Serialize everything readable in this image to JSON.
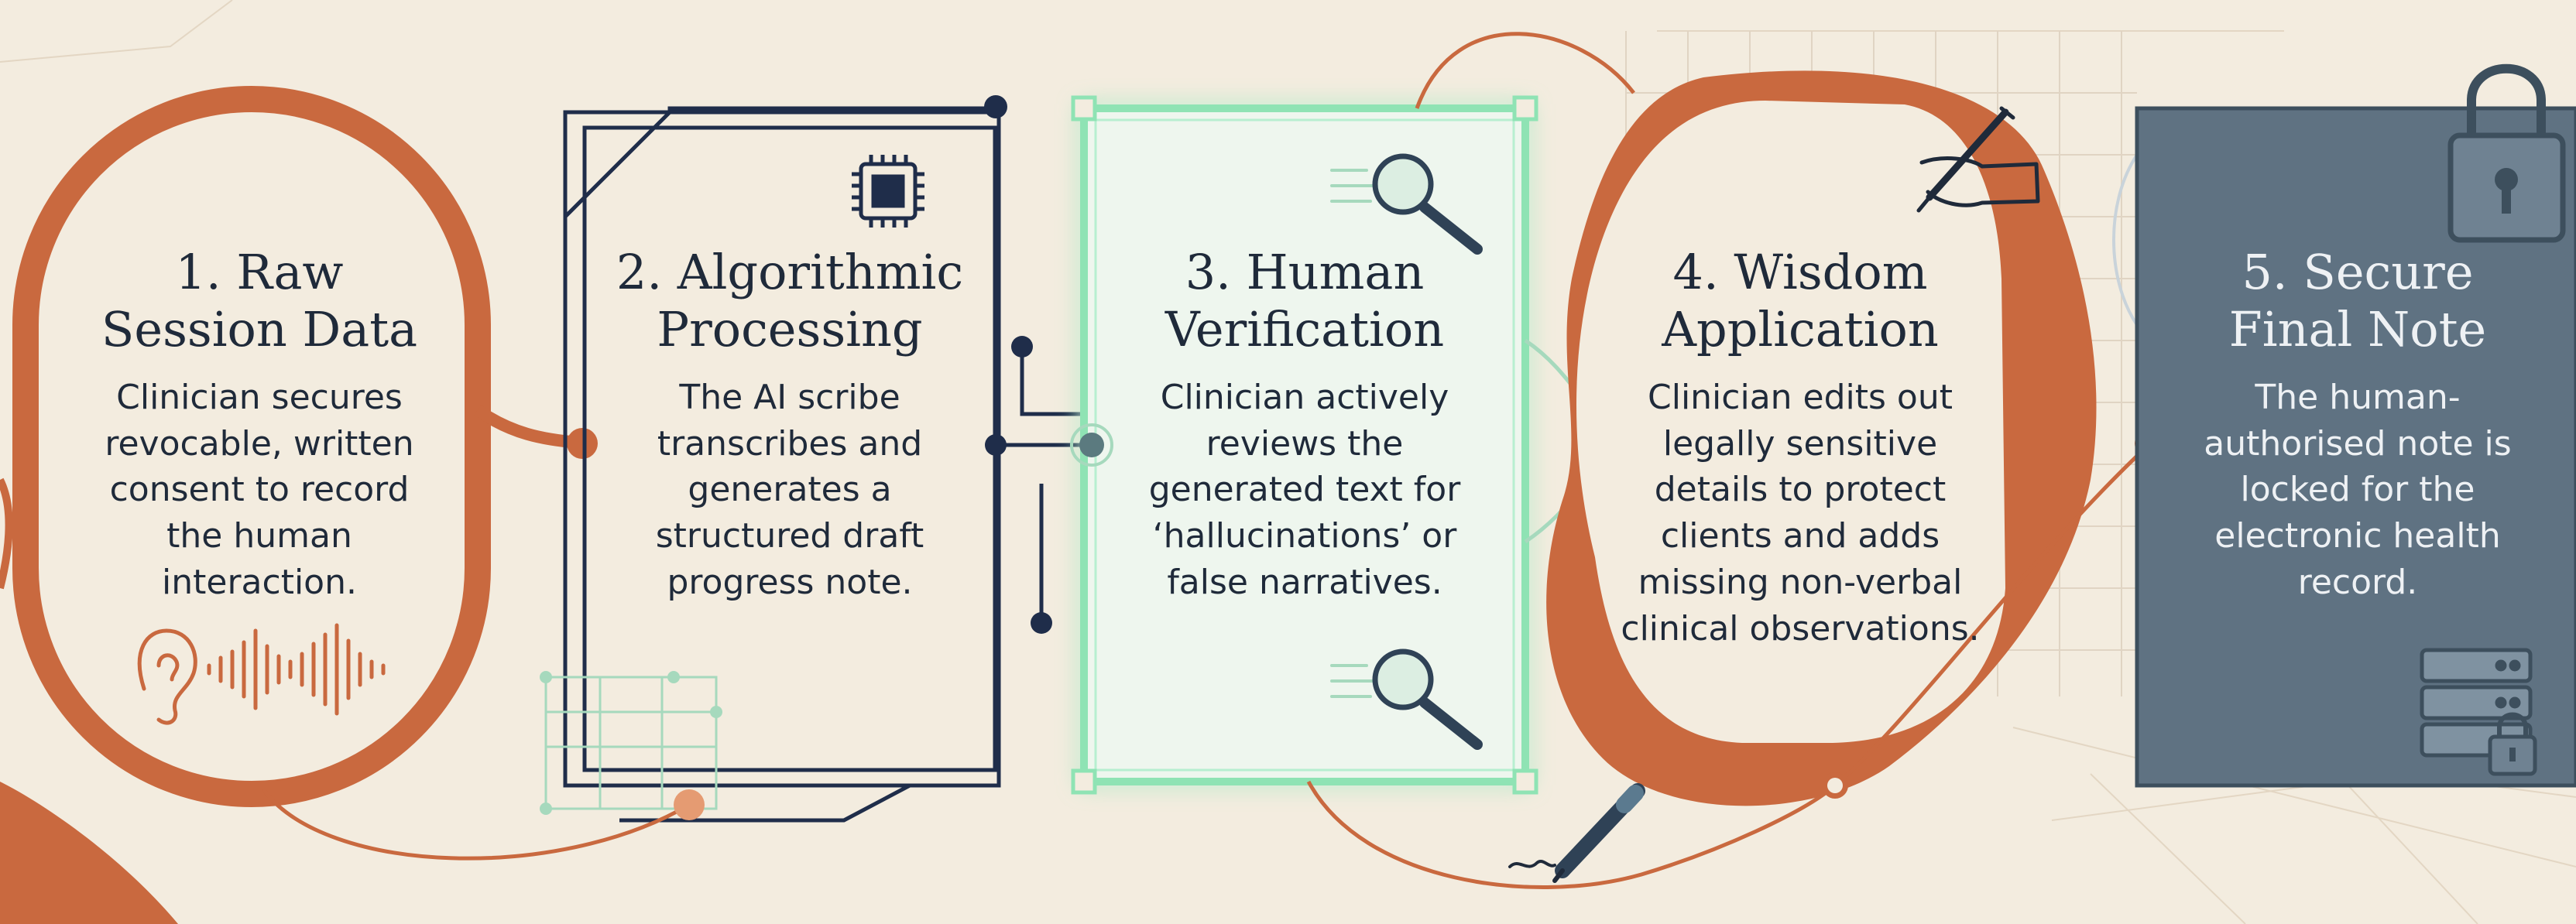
{
  "steps": [
    {
      "number": "1.",
      "title": "Raw\nSession Data",
      "description": "Clinician secures revocable, written consent to record the human interaction."
    },
    {
      "number": "2.",
      "title": "Algorithmic\nProcessing",
      "description": "The AI scribe transcribes and generates a structured draft progress note."
    },
    {
      "number": "3.",
      "title": "Human\nVerification",
      "description": "Clinician actively reviews the generated text for ‘hallucinations’ or false narratives."
    },
    {
      "number": "4.",
      "title": "Wisdom\nApplication",
      "description": "Clinician edits out legally sensitive details to protect clients and adds missing non-verbal clinical observations."
    },
    {
      "number": "5.",
      "title": "Secure\nFinal Note",
      "description": "The human-authorised note is locked for the electronic health record."
    }
  ],
  "icons": [
    "ear-icon",
    "sound-wave-icon",
    "microchip-icon",
    "magnifier-icon",
    "hand-writing-icon",
    "pen-icon",
    "padlock-icon",
    "server-lock-icon"
  ],
  "colors": {
    "background": "#f3ecdf",
    "terracotta": "#c9693f",
    "navy": "#1f2d4a",
    "mint": "#8fe3b4",
    "slate": "#5f7282",
    "text": "#1f2a3a"
  }
}
